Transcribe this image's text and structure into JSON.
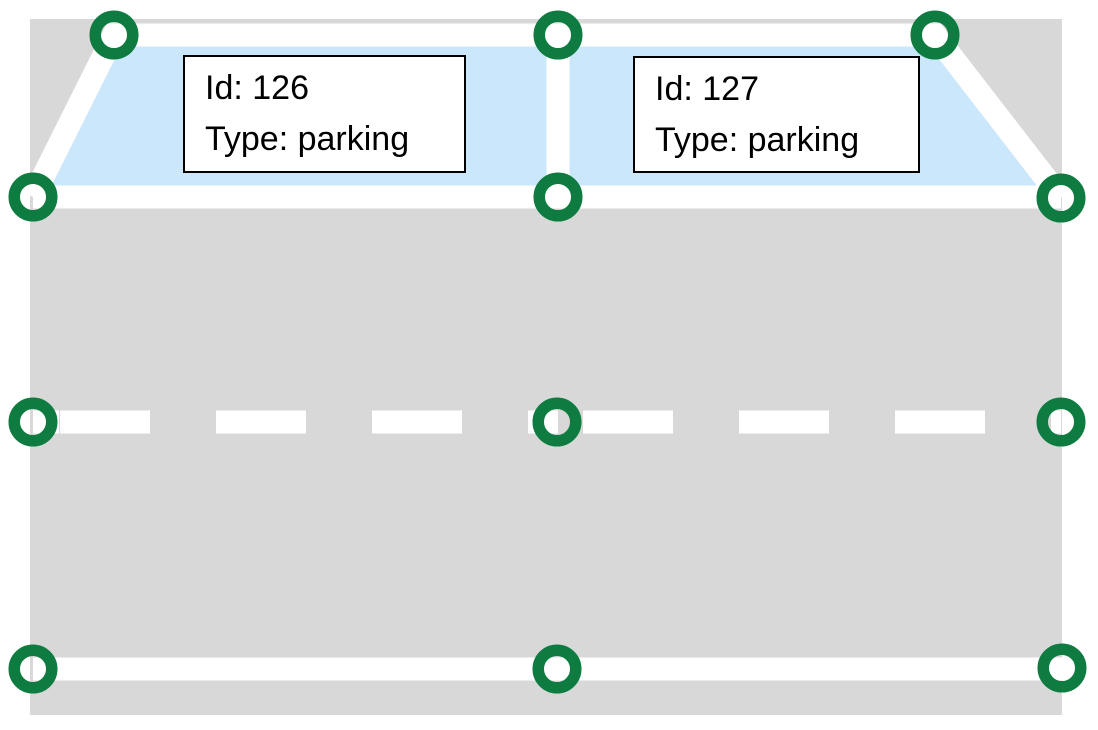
{
  "parking_areas": [
    {
      "id_label": "Id: 126",
      "type_label": "Type: parking"
    },
    {
      "id_label": "Id: 127",
      "type_label": "Type: parking"
    }
  ],
  "colors": {
    "background": "#ffffff",
    "road_surface": "#d8d8d8",
    "parking_fill": "#cbe7fb",
    "lane_marking": "#ffffff",
    "vertex_ring": "#0e7b40",
    "label_background": "#ffffff",
    "label_border": "#000000",
    "label_text": "#000000"
  }
}
